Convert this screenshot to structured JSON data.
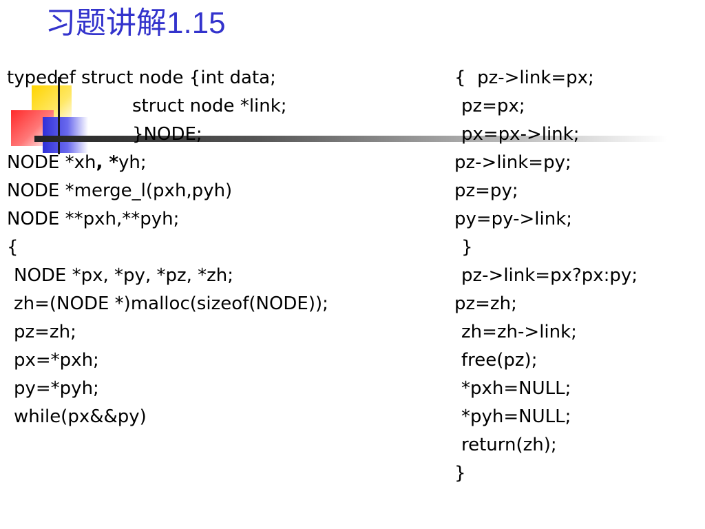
{
  "slide": {
    "title_cjk": "习题讲解",
    "title_num": "1.15"
  },
  "code_left": [
    "typedef struct node {int data;",
    "struct node *link;",
    "}NODE;",
    "NODE *xh",
    ", *",
    "yh;",
    "NODE *merge_l(pxh,pyh)",
    "NODE **pxh,**pyh;",
    "{",
    "NODE *px, *py, *pz, *zh;",
    "zh=(NODE *)malloc(sizeof(NODE));",
    "pz=zh;",
    "px=*pxh;",
    "py=*pyh;",
    "while(px&&py)"
  ],
  "code_right": [
    "{  pz->link=px;",
    "pz=px;",
    "px=px->link;",
    "pz->link=py;",
    "pz=py;",
    "py=py->link;",
    "}",
    "pz->link=px?px:py;",
    "pz=zh;",
    "zh=zh->link;",
    "free(pz);",
    "*pxh=NULL;",
    "*pyh=NULL;",
    "return(zh);",
    "}"
  ],
  "colors": {
    "title": "#3333cc",
    "deco_yellow": "#ffd400",
    "deco_red": "#ff2a2a",
    "deco_blue": "#2f2fd8"
  }
}
